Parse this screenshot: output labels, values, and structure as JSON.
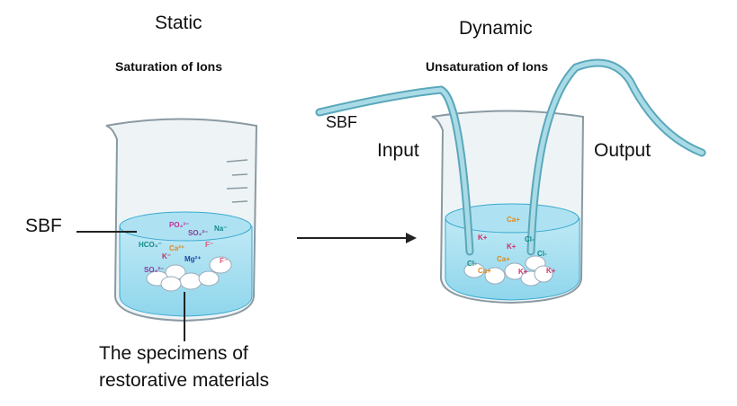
{
  "static": {
    "title": "Static",
    "subtitle": "Saturation of Ions",
    "sbf_label": "SBF",
    "specimens_label_line1": "The specimens of",
    "specimens_label_line2": "restorative materials",
    "ions": [
      {
        "text": "PO₄³⁻",
        "color": "#c2309a"
      },
      {
        "text": "SO₄²⁻",
        "color": "#8a3d9a"
      },
      {
        "text": "Na⁻",
        "color": "#0f8a8a"
      },
      {
        "text": "HCO₃⁻",
        "color": "#0f8a8a"
      },
      {
        "text": "Ca²⁺",
        "color": "#e0881a"
      },
      {
        "text": "F⁻",
        "color": "#e0507a"
      },
      {
        "text": "K⁻",
        "color": "#c0306a"
      },
      {
        "text": "Mg²⁺",
        "color": "#1a4aa0"
      },
      {
        "text": "F⁻",
        "color": "#e0507a"
      },
      {
        "text": "SO₄²⁻",
        "color": "#8a3d9a"
      }
    ]
  },
  "dynamic": {
    "title": "Dynamic",
    "subtitle": "Unsaturation of Ions",
    "sbf_label": "SBF",
    "input_label": "Input",
    "output_label": "Output",
    "ions": [
      {
        "text": "Ca+",
        "color": "#e0881a"
      },
      {
        "text": "K+",
        "color": "#d0306a"
      },
      {
        "text": "Cl-",
        "color": "#0f8a8a"
      },
      {
        "text": "K+",
        "color": "#d0306a"
      },
      {
        "text": "Cl-",
        "color": "#0f8a8a"
      },
      {
        "text": "Ca+",
        "color": "#e0881a"
      },
      {
        "text": "Cl-",
        "color": "#0f8a8a"
      },
      {
        "text": "Ca+",
        "color": "#e0881a"
      },
      {
        "text": "K+",
        "color": "#d0306a"
      },
      {
        "text": "K+",
        "color": "#d0306a"
      }
    ]
  }
}
